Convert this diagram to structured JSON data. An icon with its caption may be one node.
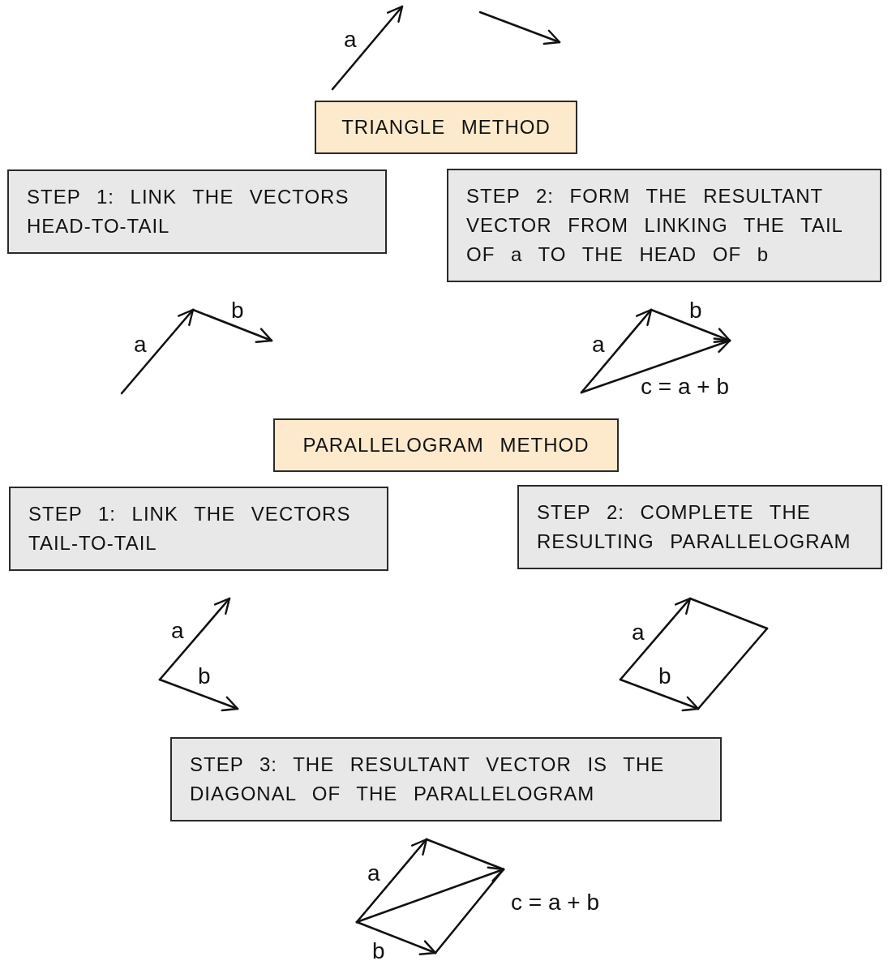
{
  "diagram": {
    "nodes": [
      {
        "text": [
          "TRIANGLE METHOD"
        ]
      },
      {
        "text": [
          "STEP 1: LINK THE VECTORS HEAD-TO-TAIL"
        ]
      },
      {
        "text": [
          "STEP 2: FORM THE RESULTANT VECTOR FROM LINKING THE TAIL OF a TO THE HEAD OF b"
        ]
      },
      {
        "text": [
          "PARALLELOGRAM METHOD"
        ]
      },
      {
        "text": [
          "STEP 1: LINK THE VECTORS TAIL-TO-TAIL"
        ]
      },
      {
        "text": [
          "STEP 2: COMPLETE THE RESULTING PARALLELOGRAM"
        ]
      },
      {
        "text": [
          "STEP 3: THE RESULTANT VECTOR IS THE DIAGONAL OF THE PARALLELOGRAM"
        ]
      }
    ],
    "labels": [
      "a",
      "a",
      "b",
      "a",
      "b",
      "c = a + b",
      "a",
      "b",
      "a",
      "b",
      "a",
      "c = a + b",
      "b"
    ]
  }
}
